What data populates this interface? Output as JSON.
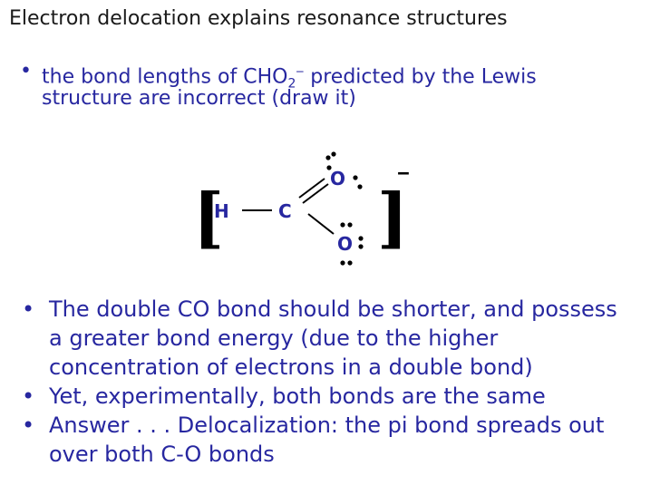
{
  "title": "Electron delocation explains resonance structures",
  "bullet_point_1": {
    "line1_pre": "the bond lengths of CHO",
    "sub": "2",
    "sup": "‒",
    "line1_post": " predicted by the Lewis",
    "line2": "structure are incorrect  (draw it)"
  },
  "lewis": {
    "H": "H",
    "C": "C",
    "O_top": "O",
    "O_bottom": "O",
    "bracket_left": "[",
    "bracket_right": "]",
    "charge": "‒"
  },
  "bullets_bottom": [
    {
      "lines": [
        "The double CO bond should be shorter, and possess",
        "a greater bond energy (due to the higher",
        "concentration of electrons in a double bond)"
      ]
    },
    {
      "lines": [
        "Yet, experimentally, both bonds are the same"
      ]
    },
    {
      "lines": [
        "Answer . . . Delocalization:  the pi bond spreads out",
        "over both C-O bonds"
      ]
    }
  ],
  "bullet_glyph": "•",
  "colors": {
    "text_blue": "#2727a0",
    "title": "#1a1a1a",
    "structure": "#000000"
  }
}
